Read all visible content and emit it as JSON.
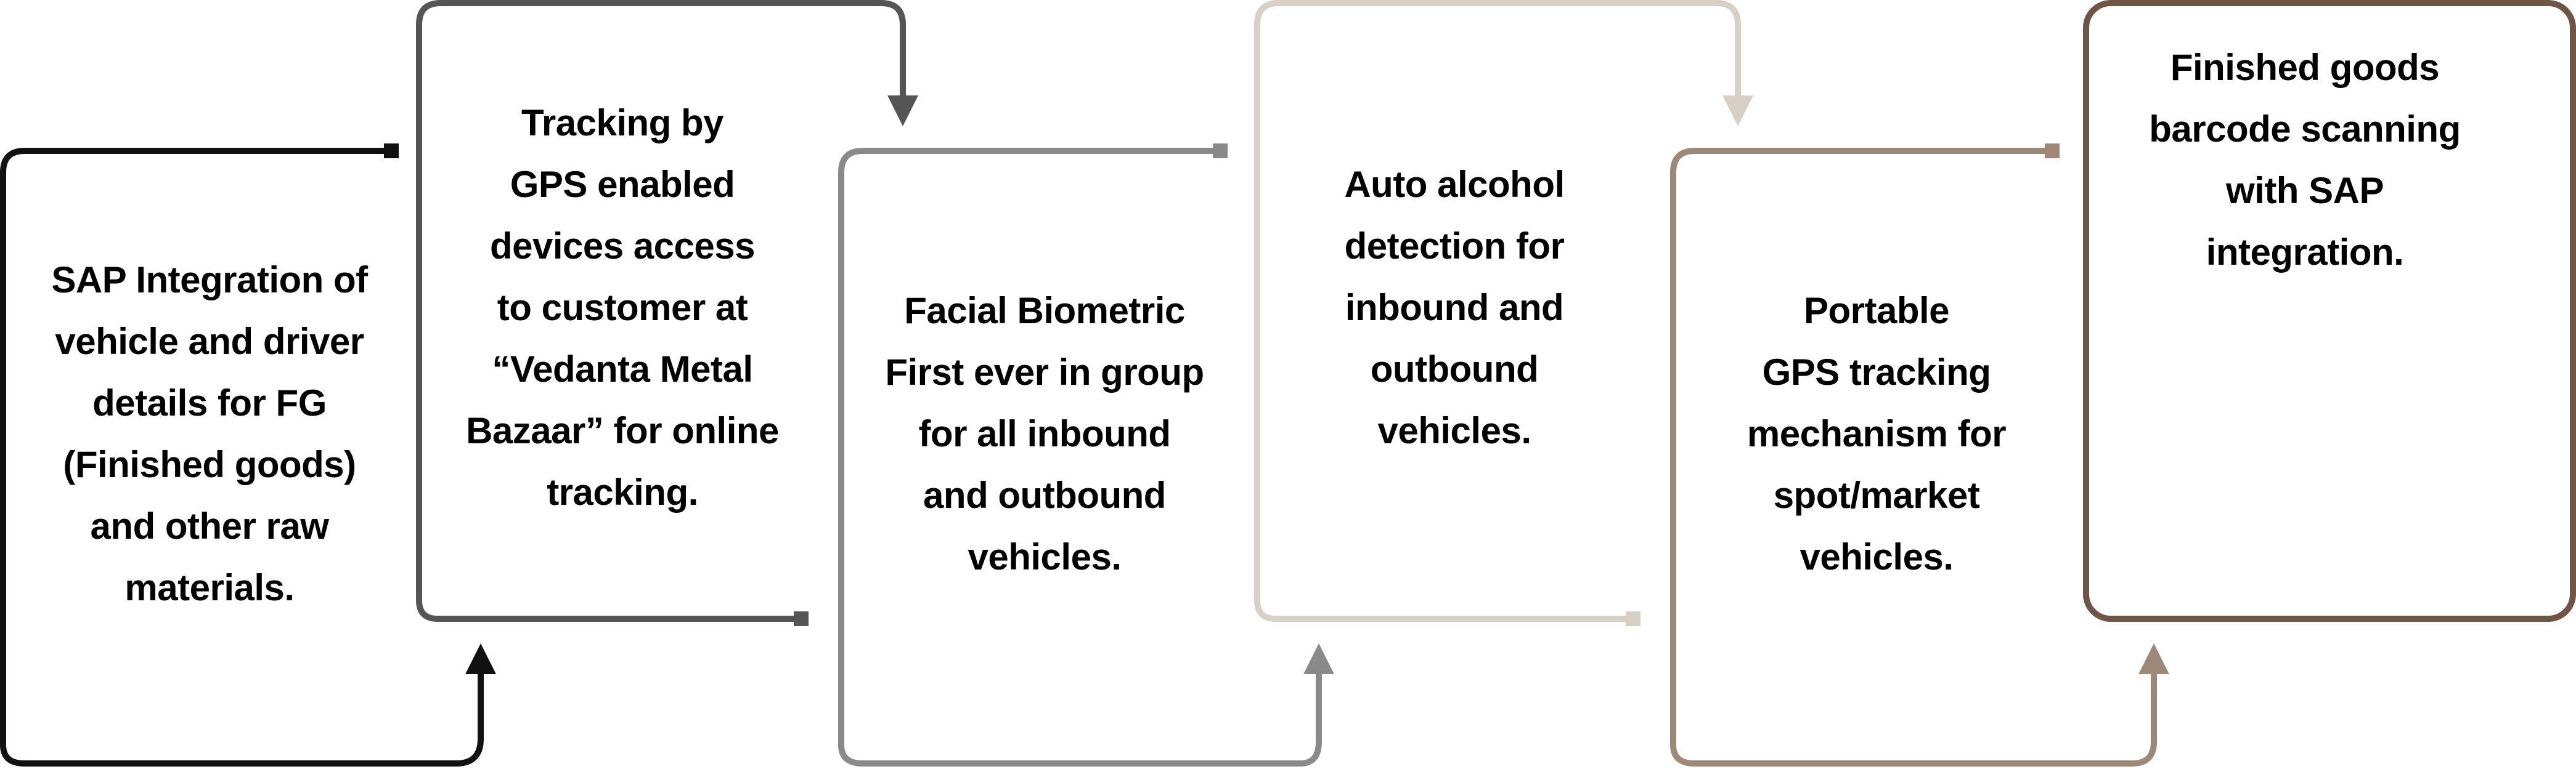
{
  "diagram": {
    "steps": [
      {
        "id": "sap-integration",
        "text": "SAP Integration of\nvehicle and driver\ndetails for FG\n(Finished goods)\nand other raw\nmaterials.",
        "color": "#111111"
      },
      {
        "id": "gps-tracking",
        "text": "Tracking by\nGPS enabled\ndevices access\nto customer at\n“Vedanta Metal\nBazaar” for online\ntracking.",
        "color": "#555555"
      },
      {
        "id": "facial-biometric",
        "text": "Facial Biometric\nFirst ever in group\nfor all inbound\nand outbound\nvehicles.",
        "color": "#8a8a8a"
      },
      {
        "id": "alcohol-detection",
        "text": "Auto alcohol\ndetection for\ninbound and\noutbound\nvehicles.",
        "color": "#d9d0c5"
      },
      {
        "id": "portable-gps",
        "text": "Portable\nGPS tracking\nmechanism for\nspot/market\nvehicles.",
        "color": "#9e8978"
      },
      {
        "id": "barcode-scanning",
        "text": "Finished goods\nbarcode scanning\nwith SAP\nintegration.",
        "color": "#6f5545"
      }
    ]
  }
}
